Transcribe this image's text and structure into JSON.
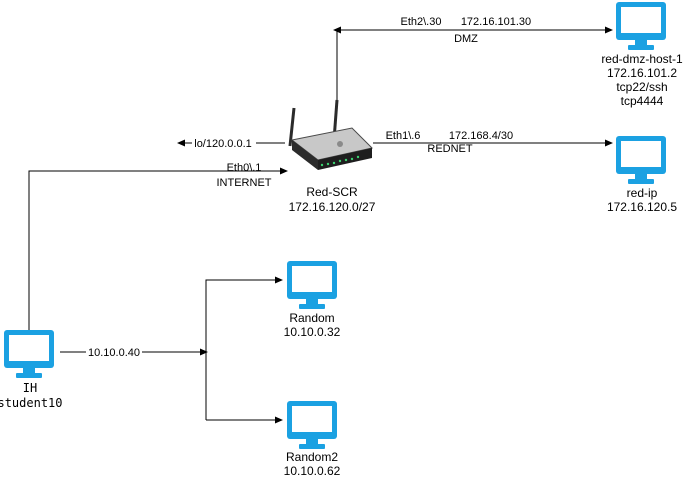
{
  "colors": {
    "monitor": "#1ba1e2",
    "line": "#000000",
    "router_body": "#c8c8c8",
    "router_dark": "#2b2b2b",
    "router_led": "#3bd16f"
  },
  "router": {
    "name": "Red-SCR",
    "subnet": "172.16.120.0/27",
    "icon": "wireless-router-icon"
  },
  "links": {
    "eth2_iface": "Eth2\\.30",
    "eth2_ip": "172.16.101.30",
    "eth2_zone": "DMZ",
    "eth1_iface": "Eth1\\.6",
    "eth1_ip": "172.168.4/30",
    "eth1_zone": "REDNET",
    "lo": "lo/120.0.0.1",
    "eth0_iface": "Eth0\\.1",
    "eth0_zone": "INTERNET",
    "ih_ip": "10.10.0.40"
  },
  "hosts": {
    "dmz": {
      "line1": "red-dmz-host-1",
      "line2": "172.16.101.2",
      "line3": "tcp22/ssh",
      "line4": "tcp4444"
    },
    "redip": {
      "line1": "red-ip",
      "line2": "172.16.120.5"
    },
    "ih": {
      "line1": "IH",
      "line2": "student10"
    },
    "random": {
      "line1": "Random",
      "line2": "10.10.0.32"
    },
    "random2": {
      "line1": "Random2",
      "line2": "10.10.0.62"
    }
  }
}
